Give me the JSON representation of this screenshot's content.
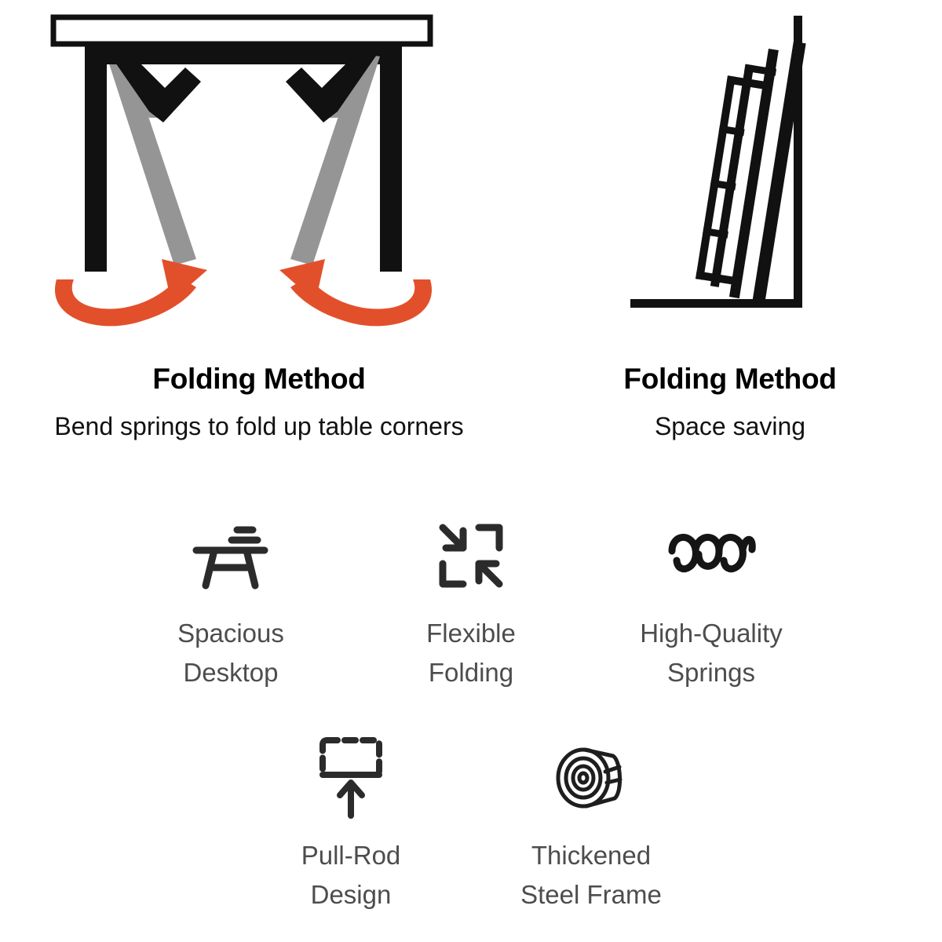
{
  "page": {
    "background": "#ffffff",
    "accent_orange": "#e2502b",
    "line_black": "#111111",
    "leg_gray": "#959595",
    "label_gray": "#4d4d4d"
  },
  "panels": [
    {
      "id": "folding-method-corners",
      "title": "Folding Method",
      "subtitle": "Bend springs to fold up table corners",
      "illustration": "table-legs-folding-diagram"
    },
    {
      "id": "folding-method-storage",
      "title": "Folding Method",
      "subtitle": "Space saving",
      "illustration": "folded-table-against-wall-diagram"
    }
  ],
  "features": {
    "row1": [
      {
        "icon": "picnic-table-icon",
        "label": "Spacious\nDesktop"
      },
      {
        "icon": "collapse-arrows-icon",
        "label": "Flexible\nFolding"
      },
      {
        "icon": "spring-coil-icon",
        "label": "High-Quality\nSprings"
      }
    ],
    "row2": [
      {
        "icon": "pull-rod-arrow-icon",
        "label": "Pull-Rod\nDesign"
      },
      {
        "icon": "steel-tube-roll-icon",
        "label": "Thickened\nSteel Frame"
      }
    ]
  }
}
